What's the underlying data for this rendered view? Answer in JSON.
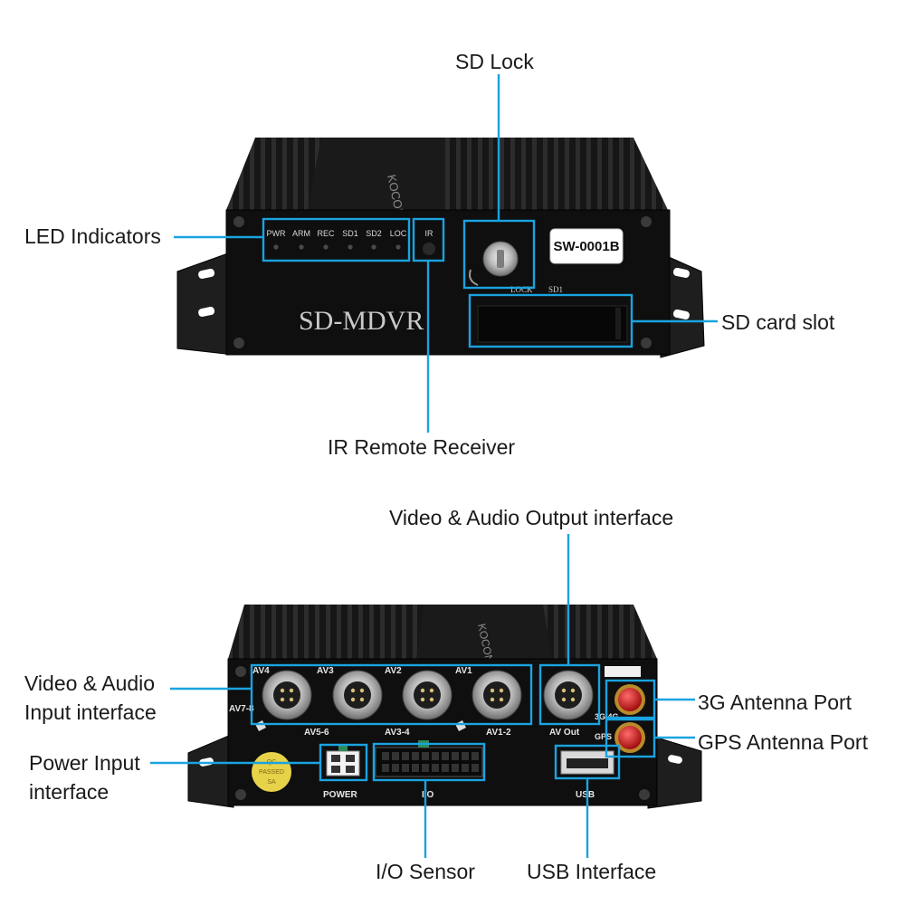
{
  "colors": {
    "callout_blue": "#1aa3e0",
    "device_body": "#1b1b1b",
    "device_face": "#0e0e0e",
    "antenna_red": "#d92020"
  },
  "callouts": {
    "sd_lock": "SD Lock",
    "led_indicators": "LED Indicators",
    "sd_card_slot": "SD card slot",
    "ir_remote_receiver": "IR Remote Receiver",
    "video_audio_output": "Video & Audio Output interface",
    "video_audio_input_line1": "Video & Audio",
    "video_audio_input_line2": "Input interface",
    "antenna_3g_port": "3G Antenna Port",
    "gps_antenna_port": "GPS Antenna Port",
    "power_input_line1": "Power Input",
    "power_input_line2": "interface",
    "io_sensor": "I/O Sensor",
    "usb_interface": "USB Interface"
  },
  "front_panel": {
    "brand": "KOCON",
    "model_text": "SD-MDVR",
    "led_labels": [
      "PWR",
      "ARM",
      "REC",
      "SD1",
      "SD2",
      "LOC"
    ],
    "ir_label": "IR",
    "sticker": "SW-0001B",
    "lock_label": "LOCK",
    "sd1_label": "SD1"
  },
  "rear_panel": {
    "brand": "KOCON",
    "av_top_labels": [
      "AV4",
      "AV3",
      "AV2",
      "AV1"
    ],
    "av_bottom_labels": [
      "AV7-8",
      "AV5-6",
      "AV3-4",
      "AV1-2"
    ],
    "av_out_label": "AV Out",
    "antenna_3g_label": "3G/4G",
    "gps_label": "GPS",
    "power_label": "POWER",
    "io_label": "I/O",
    "usb_label": "USB",
    "qc_sticker": [
      "QC",
      "PASSED",
      "SA"
    ]
  }
}
